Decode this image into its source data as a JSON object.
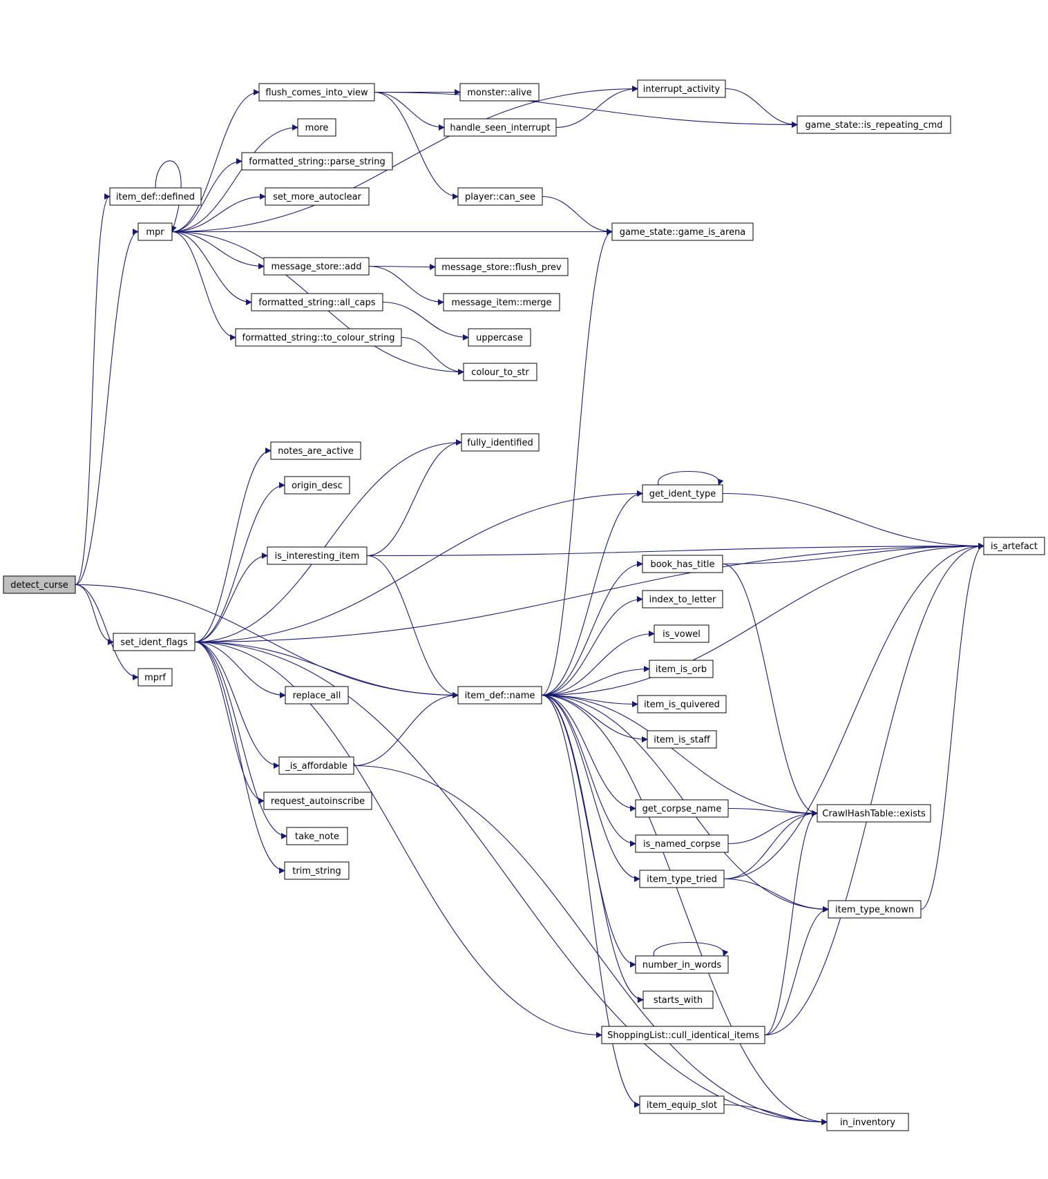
{
  "colors": {
    "edge": "#191970",
    "border_normal": "#000000",
    "border_truncated": "#ff0000",
    "root_fill": "#bfbfbf",
    "node_fill": "#ffffff"
  },
  "nodes": [
    {
      "id": "detect_curse",
      "label": "detect_curse",
      "style": "root"
    },
    {
      "id": "item_def_defined",
      "label": "item_def::defined",
      "style": "normal"
    },
    {
      "id": "mpr",
      "label": "mpr",
      "style": "normal"
    },
    {
      "id": "set_ident_flags",
      "label": "set_ident_flags",
      "style": "normal"
    },
    {
      "id": "mprf",
      "label": "mprf",
      "style": "normal"
    },
    {
      "id": "flush_comes_into_view",
      "label": "flush_comes_into_view",
      "style": "truncated"
    },
    {
      "id": "more",
      "label": "more",
      "style": "normal"
    },
    {
      "id": "parse_string",
      "label": "formatted_string::parse_string",
      "style": "truncated"
    },
    {
      "id": "set_more_autoclear",
      "label": "set_more_autoclear",
      "style": "normal"
    },
    {
      "id": "message_store_add",
      "label": "message_store::add",
      "style": "normal"
    },
    {
      "id": "all_caps",
      "label": "formatted_string::all_caps",
      "style": "normal"
    },
    {
      "id": "to_colour_string",
      "label": "formatted_string::to_colour_string",
      "style": "normal"
    },
    {
      "id": "monster_alive",
      "label": "monster::alive",
      "style": "normal"
    },
    {
      "id": "handle_seen_interrupt",
      "label": "handle_seen_interrupt",
      "style": "truncated"
    },
    {
      "id": "player_can_see",
      "label": "player::can_see",
      "style": "truncated"
    },
    {
      "id": "interrupt_activity",
      "label": "interrupt_activity",
      "style": "truncated"
    },
    {
      "id": "is_repeating_cmd",
      "label": "game_state::is_repeating_cmd",
      "style": "normal"
    },
    {
      "id": "game_is_arena",
      "label": "game_state::game_is_arena",
      "style": "normal"
    },
    {
      "id": "flush_prev",
      "label": "message_store::flush_prev",
      "style": "truncated"
    },
    {
      "id": "merge",
      "label": "message_item::merge",
      "style": "truncated"
    },
    {
      "id": "uppercase",
      "label": "uppercase",
      "style": "normal"
    },
    {
      "id": "colour_to_str",
      "label": "colour_to_str",
      "style": "normal"
    },
    {
      "id": "notes_are_active",
      "label": "notes_are_active",
      "style": "normal"
    },
    {
      "id": "origin_desc",
      "label": "origin_desc",
      "style": "truncated"
    },
    {
      "id": "fully_identified",
      "label": "fully_identified",
      "style": "truncated"
    },
    {
      "id": "is_interesting_item",
      "label": "is_interesting_item",
      "style": "truncated"
    },
    {
      "id": "get_ident_type",
      "label": "get_ident_type",
      "style": "normal"
    },
    {
      "id": "is_artefact",
      "label": "is_artefact",
      "style": "normal"
    },
    {
      "id": "book_has_title",
      "label": "book_has_title",
      "style": "normal"
    },
    {
      "id": "index_to_letter",
      "label": "index_to_letter",
      "style": "normal"
    },
    {
      "id": "is_vowel",
      "label": "is_vowel",
      "style": "normal"
    },
    {
      "id": "item_is_orb",
      "label": "item_is_orb",
      "style": "normal"
    },
    {
      "id": "item_is_quivered",
      "label": "item_is_quivered",
      "style": "truncated"
    },
    {
      "id": "item_is_staff",
      "label": "item_is_staff",
      "style": "truncated"
    },
    {
      "id": "item_def_name",
      "label": "item_def::name",
      "style": "normal"
    },
    {
      "id": "replace_all",
      "label": "replace_all",
      "style": "normal"
    },
    {
      "id": "is_affordable",
      "label": "_is_affordable",
      "style": "truncated"
    },
    {
      "id": "request_autoinscribe",
      "label": "request_autoinscribe",
      "style": "normal"
    },
    {
      "id": "take_note",
      "label": "take_note",
      "style": "truncated"
    },
    {
      "id": "trim_string",
      "label": "trim_string",
      "style": "normal"
    },
    {
      "id": "get_corpse_name",
      "label": "get_corpse_name",
      "style": "normal"
    },
    {
      "id": "hash_exists",
      "label": "CrawlHashTable::exists",
      "style": "truncated"
    },
    {
      "id": "is_named_corpse",
      "label": "is_named_corpse",
      "style": "normal"
    },
    {
      "id": "item_type_tried",
      "label": "item_type_tried",
      "style": "normal"
    },
    {
      "id": "item_type_known",
      "label": "item_type_known",
      "style": "truncated"
    },
    {
      "id": "number_in_words",
      "label": "number_in_words",
      "style": "normal"
    },
    {
      "id": "starts_with",
      "label": "starts_with",
      "style": "normal"
    },
    {
      "id": "cull_identical_items",
      "label": "ShoppingList::cull_identical_items",
      "style": "truncated"
    },
    {
      "id": "item_equip_slot",
      "label": "item_equip_slot",
      "style": "normal"
    },
    {
      "id": "in_inventory",
      "label": "in_inventory",
      "style": "normal"
    }
  ],
  "edges": [
    [
      "detect_curse",
      "item_def_defined"
    ],
    [
      "detect_curse",
      "mpr"
    ],
    [
      "detect_curse",
      "set_ident_flags"
    ],
    [
      "detect_curse",
      "mprf"
    ],
    [
      "detect_curse",
      "item_def_name"
    ],
    [
      "item_def_defined",
      "mpr"
    ],
    [
      "mpr",
      "flush_comes_into_view"
    ],
    [
      "mpr",
      "more"
    ],
    [
      "mpr",
      "parse_string"
    ],
    [
      "mpr",
      "set_more_autoclear"
    ],
    [
      "mpr",
      "message_store_add"
    ],
    [
      "mpr",
      "all_caps"
    ],
    [
      "mpr",
      "to_colour_string"
    ],
    [
      "mpr",
      "game_is_arena"
    ],
    [
      "mpr",
      "colour_to_str"
    ],
    [
      "mpr",
      "interrupt_activity"
    ],
    [
      "flush_comes_into_view",
      "monster_alive"
    ],
    [
      "flush_comes_into_view",
      "handle_seen_interrupt"
    ],
    [
      "flush_comes_into_view",
      "player_can_see"
    ],
    [
      "flush_comes_into_view",
      "is_repeating_cmd"
    ],
    [
      "handle_seen_interrupt",
      "interrupt_activity"
    ],
    [
      "interrupt_activity",
      "is_repeating_cmd"
    ],
    [
      "player_can_see",
      "game_is_arena"
    ],
    [
      "message_store_add",
      "flush_prev"
    ],
    [
      "message_store_add",
      "merge"
    ],
    [
      "all_caps",
      "uppercase"
    ],
    [
      "to_colour_string",
      "colour_to_str"
    ],
    [
      "set_ident_flags",
      "notes_are_active"
    ],
    [
      "set_ident_flags",
      "origin_desc"
    ],
    [
      "set_ident_flags",
      "fully_identified"
    ],
    [
      "set_ident_flags",
      "is_interesting_item"
    ],
    [
      "set_ident_flags",
      "get_ident_type"
    ],
    [
      "set_ident_flags",
      "is_artefact"
    ],
    [
      "set_ident_flags",
      "item_def_name"
    ],
    [
      "set_ident_flags",
      "replace_all"
    ],
    [
      "set_ident_flags",
      "is_affordable"
    ],
    [
      "set_ident_flags",
      "request_autoinscribe"
    ],
    [
      "set_ident_flags",
      "take_note"
    ],
    [
      "set_ident_flags",
      "trim_string"
    ],
    [
      "set_ident_flags",
      "cull_identical_items"
    ],
    [
      "set_ident_flags",
      "in_inventory"
    ],
    [
      "is_interesting_item",
      "fully_identified"
    ],
    [
      "is_interesting_item",
      "is_artefact"
    ],
    [
      "is_interesting_item",
      "item_def_name"
    ],
    [
      "is_affordable",
      "item_def_name"
    ],
    [
      "is_affordable",
      "in_inventory"
    ],
    [
      "get_ident_type",
      "get_ident_type"
    ],
    [
      "get_ident_type",
      "is_artefact"
    ],
    [
      "book_has_title",
      "is_artefact"
    ],
    [
      "book_has_title",
      "hash_exists"
    ],
    [
      "item_def_name",
      "game_is_arena"
    ],
    [
      "item_def_name",
      "get_ident_type"
    ],
    [
      "item_def_name",
      "is_artefact"
    ],
    [
      "item_def_name",
      "book_has_title"
    ],
    [
      "item_def_name",
      "index_to_letter"
    ],
    [
      "item_def_name",
      "is_vowel"
    ],
    [
      "item_def_name",
      "item_is_orb"
    ],
    [
      "item_def_name",
      "item_is_quivered"
    ],
    [
      "item_def_name",
      "item_is_staff"
    ],
    [
      "item_def_name",
      "hash_exists"
    ],
    [
      "item_def_name",
      "get_corpse_name"
    ],
    [
      "item_def_name",
      "is_named_corpse"
    ],
    [
      "item_def_name",
      "item_type_tried"
    ],
    [
      "item_def_name",
      "item_type_known"
    ],
    [
      "item_def_name",
      "number_in_words"
    ],
    [
      "item_def_name",
      "starts_with"
    ],
    [
      "item_def_name",
      "item_equip_slot"
    ],
    [
      "item_def_name",
      "in_inventory"
    ],
    [
      "get_corpse_name",
      "hash_exists"
    ],
    [
      "is_named_corpse",
      "hash_exists"
    ],
    [
      "item_type_tried",
      "hash_exists"
    ],
    [
      "item_type_tried",
      "is_artefact"
    ],
    [
      "item_type_tried",
      "item_type_known"
    ],
    [
      "item_type_known",
      "is_artefact"
    ],
    [
      "number_in_words",
      "number_in_words"
    ],
    [
      "cull_identical_items",
      "hash_exists"
    ],
    [
      "cull_identical_items",
      "item_type_known"
    ],
    [
      "cull_identical_items",
      "is_artefact"
    ],
    [
      "item_equip_slot",
      "in_inventory"
    ]
  ]
}
